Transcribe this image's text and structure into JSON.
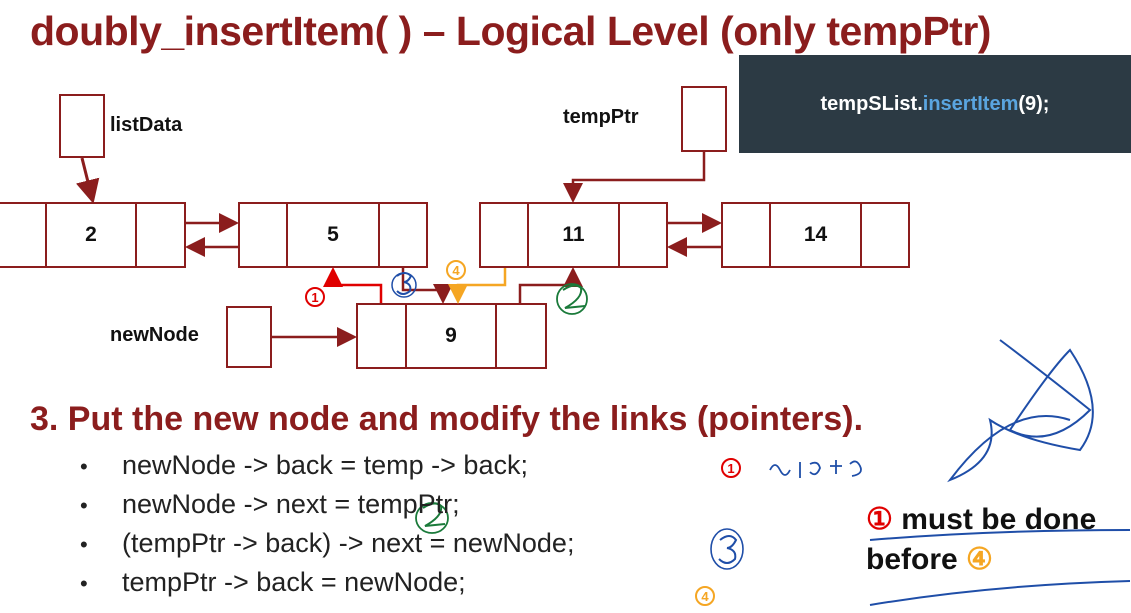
{
  "title": "doubly_insertItem( ) – Logical Level (only tempPtr)",
  "code": {
    "object": "tempSList.",
    "method": "insertItem",
    "args": "(9);"
  },
  "labels": {
    "list_data": "listData",
    "temp_ptr": "tempPtr",
    "new_node": "newNode"
  },
  "nodes": [
    {
      "value": "2"
    },
    {
      "value": "5"
    },
    {
      "value": "11"
    },
    {
      "value": "14"
    }
  ],
  "new_node_value": "9",
  "step_markers": {
    "one": "1",
    "four": "4"
  },
  "section_heading": "3. Put the new node and modify the links (pointers).",
  "statements": [
    "newNode -> back = temp -> back;",
    "newNode -> next = tempPtr;",
    "(tempPtr -> back) -> next = newNode;",
    "tempPtr -> back = newNode;"
  ],
  "note": {
    "marker": "1",
    "line1": "must be done",
    "line2": "before",
    "marker2": "4"
  },
  "colors": {
    "title": "#8b1d1d",
    "node_border": "#8b1d1d",
    "code_bg": "#2c3a44",
    "code_accent": "#5aa5e0",
    "step1": "#e00000",
    "step4": "#f5a623",
    "handwriting_green": "#1a7a3a",
    "handwriting_blue": "#1f4ea8"
  }
}
